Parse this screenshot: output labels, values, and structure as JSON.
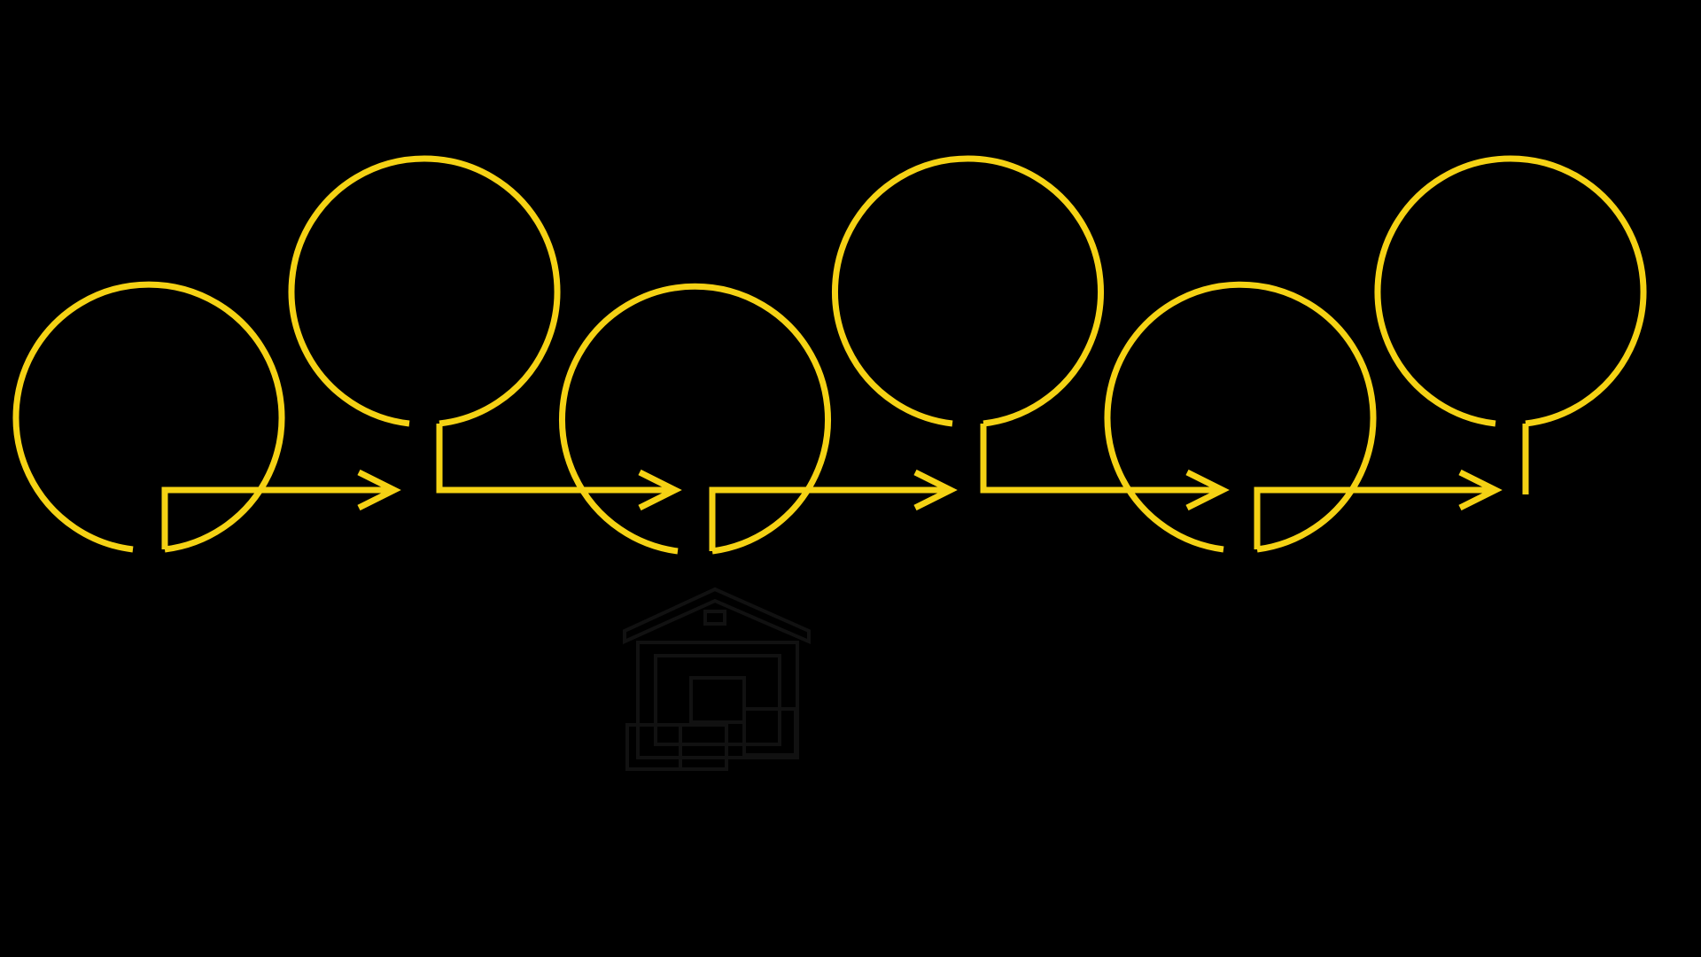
{
  "colors": {
    "background": "#000000",
    "line": "#f5d214",
    "icon": "#111111"
  },
  "diagram": {
    "type": "process-flow",
    "step_count": 6,
    "orientation": "alternating-bottom-top",
    "connector": "arrow",
    "icons": [
      {
        "step": 3,
        "icon": "warehouse-boxes-icon"
      }
    ]
  }
}
